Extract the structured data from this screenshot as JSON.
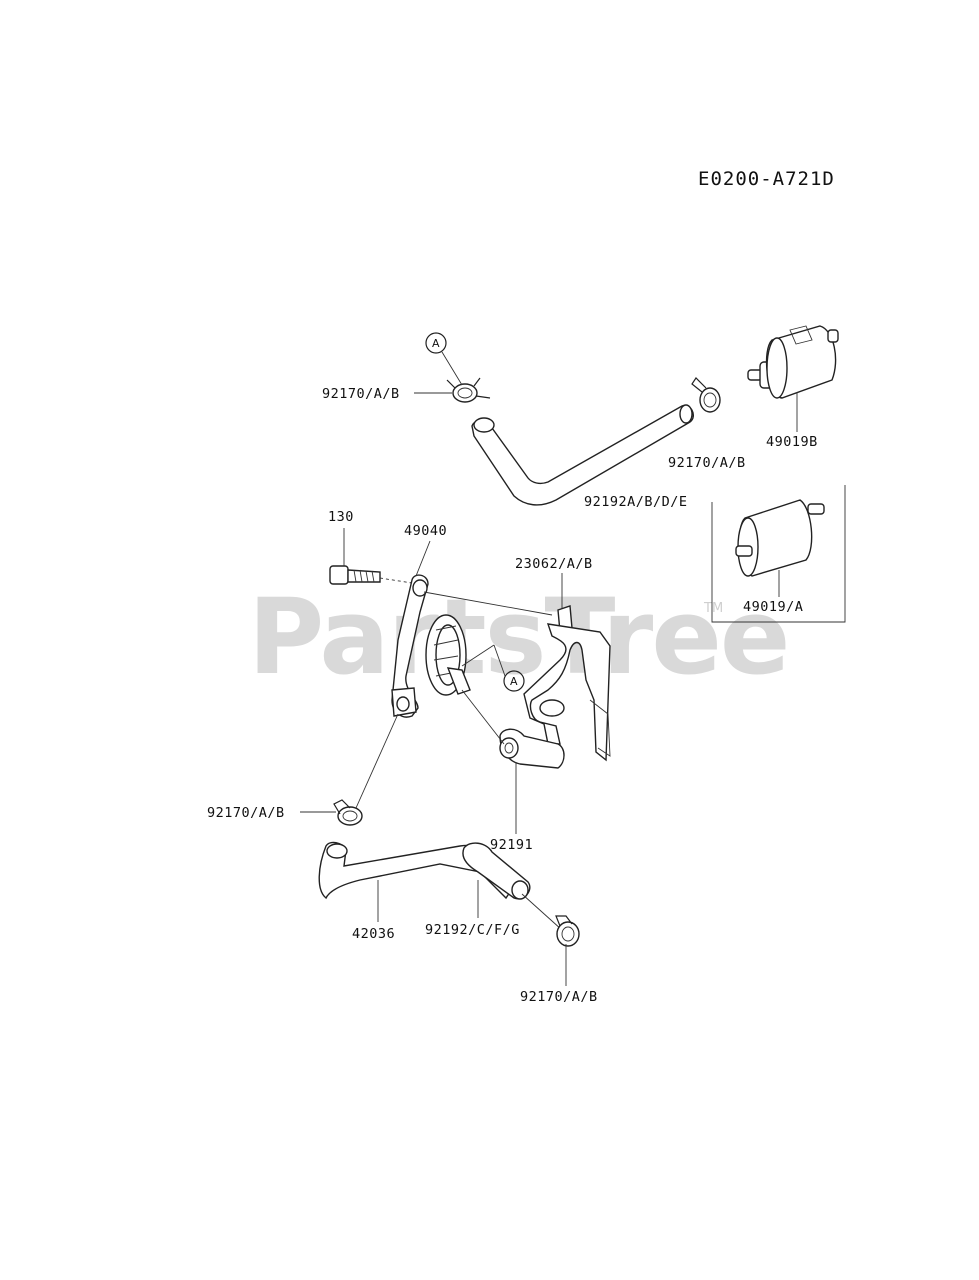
{
  "diagram_code": "E0200-A721D",
  "watermark": {
    "text": "PartsTree",
    "tm": "TM"
  },
  "reference_marks": [
    "A",
    "A"
  ],
  "labels": {
    "clamp_top": "92170/A/B",
    "clamp_upper_right": "92170/A/B",
    "filter_b": "49019B",
    "hose_upper": "92192A/B/D/E",
    "filter_a": "49019/A",
    "bolt": "130",
    "pump": "49040",
    "bracket": "23062/A/B",
    "clamp_left": "92170/A/B",
    "fitting": "92191",
    "pipe": "42036",
    "hose_lower": "92192/C/F/G",
    "clamp_bottom": "92170/A/B"
  }
}
